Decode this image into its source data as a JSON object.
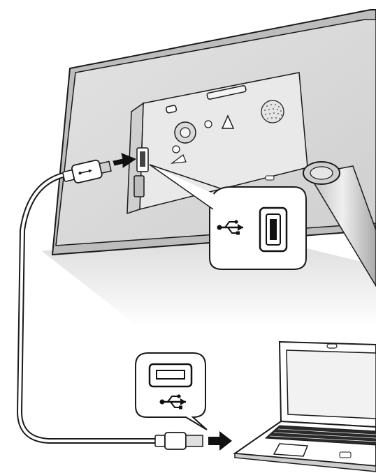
{
  "illustration": {
    "subject": "usb-connection-photo-frame-to-laptop",
    "callouts": [
      {
        "id": "frame-port-callout",
        "icon": "usb-trident-icon",
        "port": "mini-usb-port"
      },
      {
        "id": "laptop-port-callout",
        "icon": "usb-trident-icon",
        "port": "usb-a-port"
      }
    ],
    "arrows": [
      {
        "id": "plug-into-frame-arrow",
        "direction": "right"
      },
      {
        "id": "plug-into-laptop-arrow",
        "direction": "right"
      }
    ],
    "colors": {
      "outline": "#1a1a1a",
      "frame_face": "#d6d6d6",
      "frame_panel": "#e6e6e6",
      "shadow": "#d0d0d0",
      "callout_fill": "#ffffff",
      "arrow": "#111111"
    }
  }
}
